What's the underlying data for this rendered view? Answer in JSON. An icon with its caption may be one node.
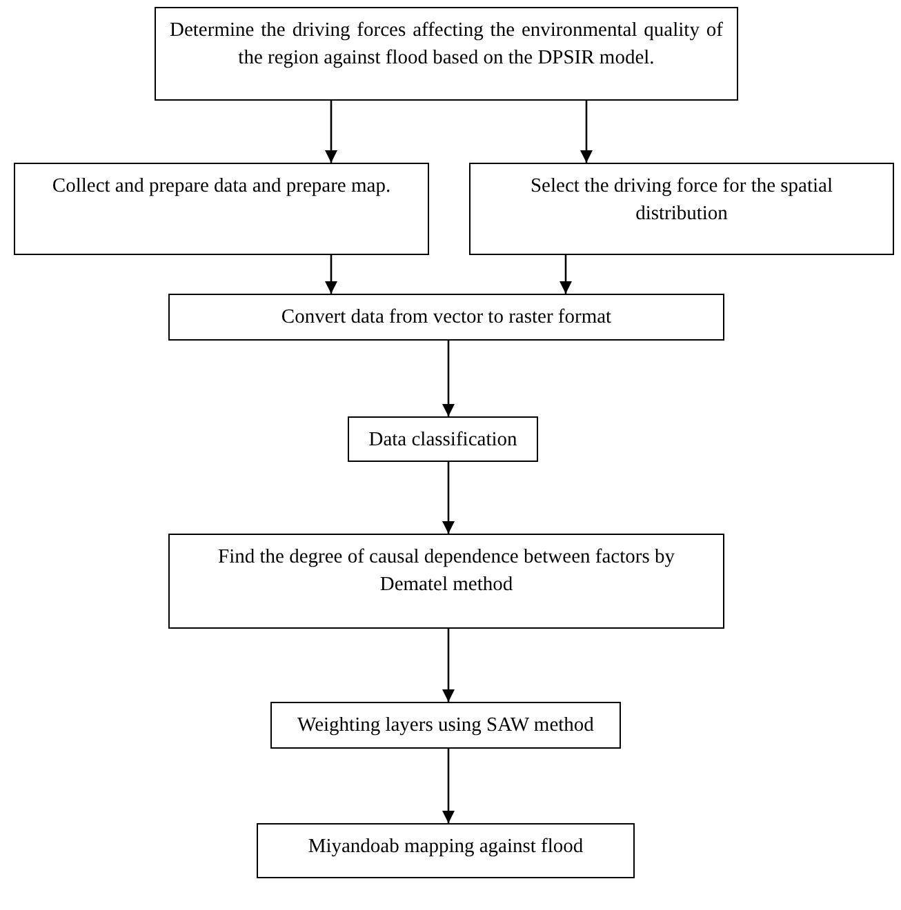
{
  "diagram": {
    "nodes": [
      {
        "text": [
          "Determine the driving forces affecting the environmental quality of the region against flood based on the DPSIR model."
        ]
      },
      {
        "text": [
          "Collect and prepare data and prepare map."
        ]
      },
      {
        "text": [
          "Select the driving force for the spatial distribution"
        ]
      },
      {
        "text": [
          "Convert data from vector to raster format"
        ]
      },
      {
        "text": [
          "Data classification"
        ]
      },
      {
        "text": [
          "Find the degree of causal dependence between factors by Dematel method"
        ]
      },
      {
        "text": [
          "Weighting layers using SAW method"
        ]
      },
      {
        "text": [
          "Miyandoab mapping against flood"
        ]
      }
    ],
    "edges": [
      {
        "from": 0,
        "to": 1,
        "arrow": "to"
      },
      {
        "from": 0,
        "to": 2,
        "arrow": "to"
      },
      {
        "from": 1,
        "to": 3,
        "arrow": "to"
      },
      {
        "from": 2,
        "to": 3,
        "arrow": "to"
      },
      {
        "from": 3,
        "to": 4,
        "arrow": "to"
      },
      {
        "from": 4,
        "to": 5,
        "arrow": "to"
      },
      {
        "from": 5,
        "to": 6,
        "arrow": "to"
      },
      {
        "from": 6,
        "to": 7,
        "arrow": "to"
      }
    ]
  }
}
